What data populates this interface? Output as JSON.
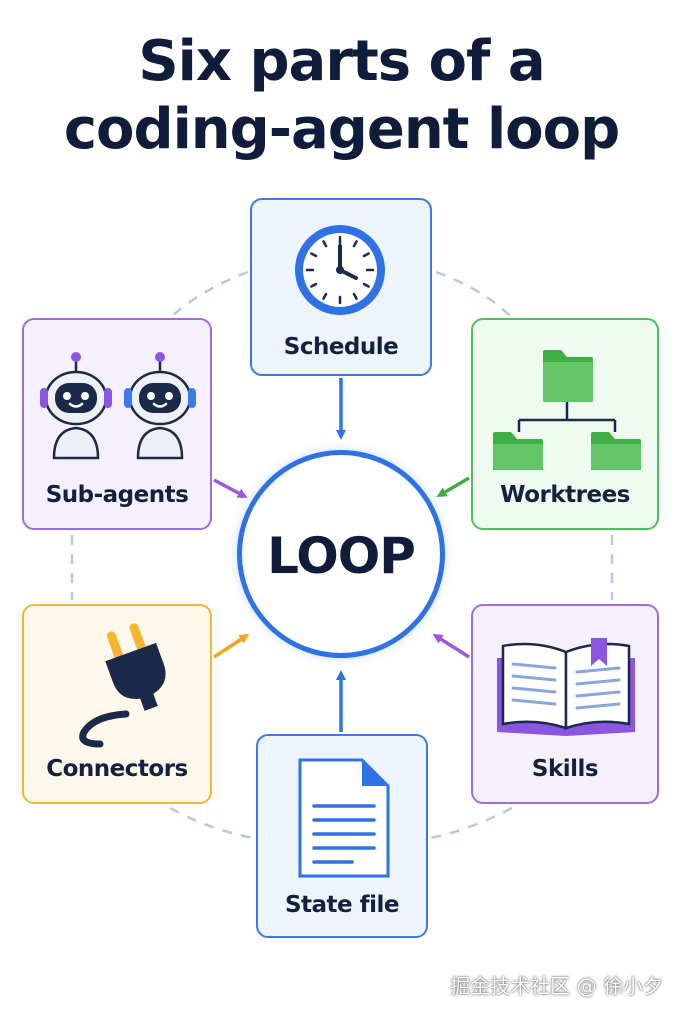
{
  "title": {
    "line1": "Six parts of a",
    "line2": "coding-agent loop"
  },
  "center": {
    "label": "LOOP",
    "color": "#2f72e6"
  },
  "parts": {
    "schedule": {
      "label": "Schedule",
      "icon": "clock-icon",
      "color": "#3b7be8"
    },
    "subagents": {
      "label": "Sub-agents",
      "icon": "robot-icon",
      "color": "#9b6ee0"
    },
    "worktrees": {
      "label": "Worktrees",
      "icon": "folder-tree-icon",
      "color": "#4fbf5a"
    },
    "connectors": {
      "label": "Connectors",
      "icon": "plug-icon",
      "color": "#f2b632"
    },
    "skills": {
      "label": "Skills",
      "icon": "open-book-icon",
      "color": "#9b6ee0"
    },
    "statefile": {
      "label": "State file",
      "icon": "document-icon",
      "color": "#3b7be8"
    }
  },
  "watermark": "掘金技术社区 @ 徐小夕"
}
